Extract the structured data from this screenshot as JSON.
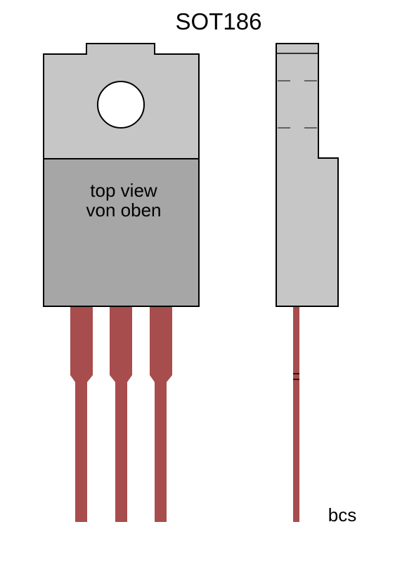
{
  "title": "SOT186",
  "body_label": {
    "line1": "top view",
    "line2": "von oben"
  },
  "author": "bcs",
  "colors": {
    "body_light": "#c6c6c6",
    "body_dark": "#a6a6a6",
    "lead": "#a84d4d",
    "outline": "#000000",
    "hole": "#ffffff"
  }
}
